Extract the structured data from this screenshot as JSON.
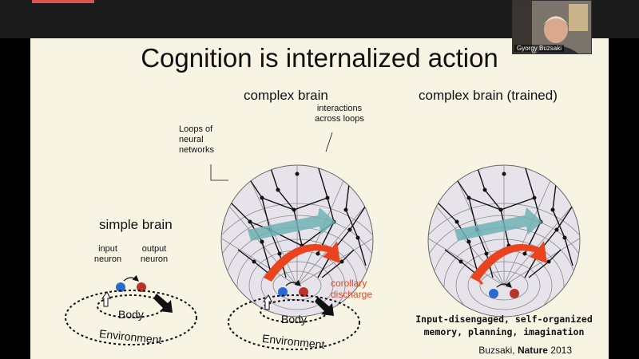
{
  "slide": {
    "title": "Cognition is internalized action",
    "panel_complex": "complex brain",
    "panel_trained": "complex brain (trained)",
    "panel_simple": "simple brain",
    "label_interactions": "interactions\nacross loops",
    "label_loops": "Loops of\nneural\nnetworks",
    "label_input": "input\nneuron",
    "label_output": "output\nneuron",
    "label_body": "Body",
    "label_environment": "Environment",
    "label_corollary": "corollary\ndischarge",
    "caption_trained": "Input-disengaged, self-organized\nmemory, planning, imagination",
    "citation_author": "Buzsaki, ",
    "citation_journal": "Nature",
    "citation_year": " 2013"
  },
  "webcam": {
    "name": "Gyorgy Buzsaki"
  },
  "colors": {
    "slide_bg": "#f8f4e4",
    "red": "#e9441f",
    "teal": "#6fb1b5",
    "blue_neuron": "#2a6ad0",
    "red_neuron": "#b7332b"
  }
}
